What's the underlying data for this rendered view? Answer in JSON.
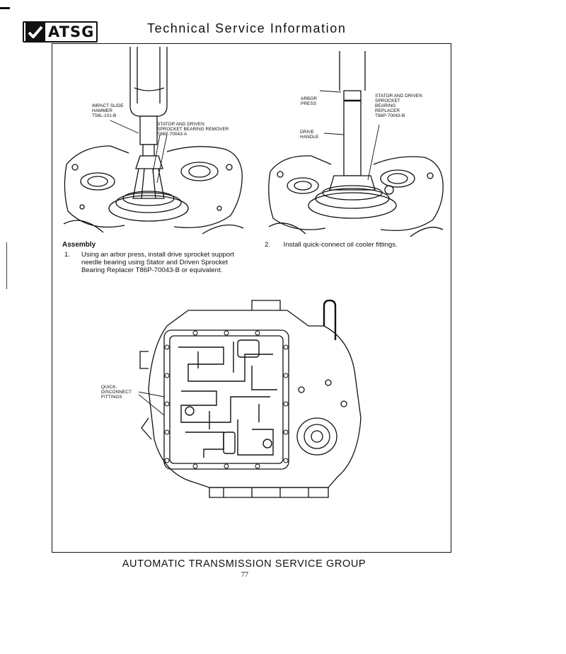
{
  "header": {
    "logo_text": "ATSG",
    "title": "Technical Service Information"
  },
  "figure_left": {
    "labels": {
      "tool_hammer": "IMPACT SLIDE\nHAMMER\nT58L-101-B",
      "tool_remover": "STATOR AND DRIVEN\nSPROCKET BEARING REMOVER\nT86P-70043-A"
    }
  },
  "figure_right": {
    "labels": {
      "arbor": "ARBOR\nPRESS",
      "drive": "DRIVE\nHANDLE",
      "replacer": "STATOR AND DRIVEN\nSPROCKET\nBEARING\nREPLACER\nT86P-70043-B"
    }
  },
  "section": {
    "heading": "Assembly",
    "steps": [
      {
        "num": "1.",
        "text": "Using an arbor press, install drive sprocket support needle bearing using Stator and Driven Sprocket Bearing Replacer T86P-70043-B or equivalent."
      },
      {
        "num": "2.",
        "text": "Install quick-connect oil cooler fittings."
      }
    ]
  },
  "figure_bottom": {
    "labels": {
      "fittings": "QUICK-\nDISCONNECT\nFITTINGS"
    }
  },
  "footer": {
    "title": "AUTOMATIC TRANSMISSION SERVICE GROUP",
    "page": "77"
  }
}
